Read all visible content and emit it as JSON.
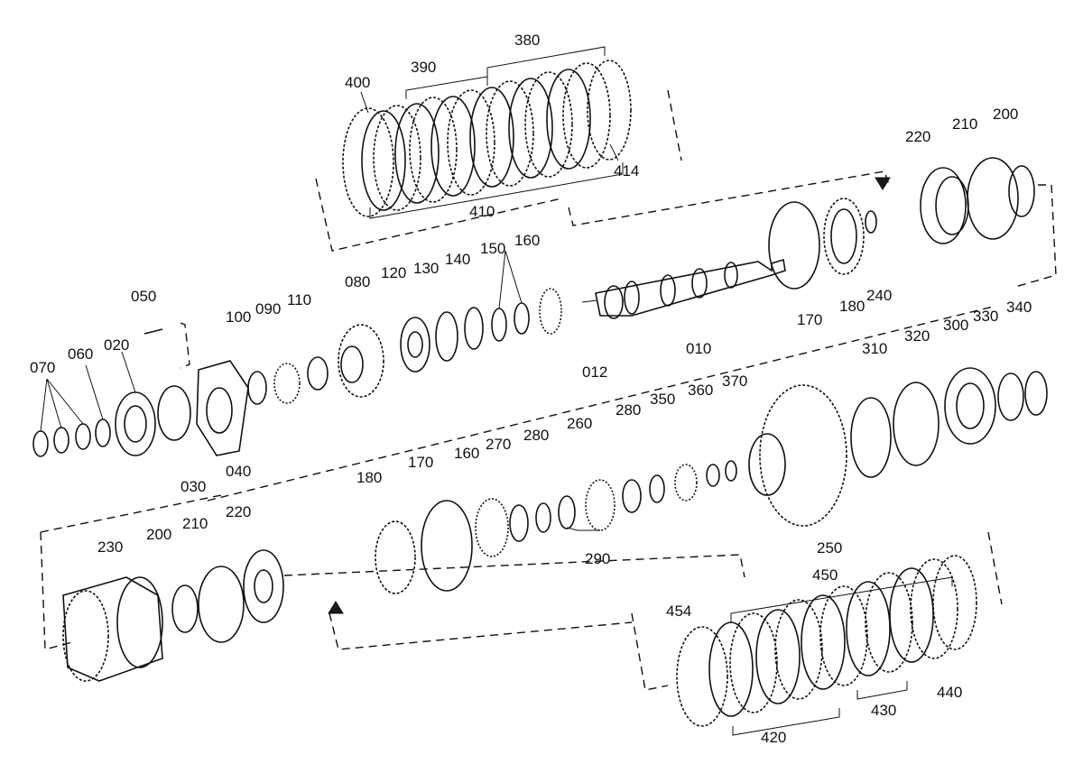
{
  "labels": {
    "p010": "010",
    "p012": "012",
    "p020": "020",
    "p030": "030",
    "p040": "040",
    "p050": "050",
    "p060": "060",
    "p070": "070",
    "p080": "080",
    "p090": "090",
    "p100": "100",
    "p110": "110",
    "p120": "120",
    "p130": "130",
    "p140": "140",
    "p150": "150",
    "p160": "160",
    "p170": "170",
    "p180": "180",
    "p200": "200",
    "p210": "210",
    "p220": "220",
    "p230": "230",
    "p240": "240",
    "p250": "250",
    "p260": "260",
    "p270": "270",
    "p280": "280",
    "p290": "290",
    "p300": "300",
    "p310": "310",
    "p320": "320",
    "p330": "330",
    "p340": "340",
    "p350": "350",
    "p360": "360",
    "p370": "370",
    "p380": "380",
    "p390": "390",
    "p400": "400",
    "p410": "410",
    "p414": "414",
    "p420": "420",
    "p430": "430",
    "p440": "440",
    "p450": "450",
    "p454": "454"
  }
}
